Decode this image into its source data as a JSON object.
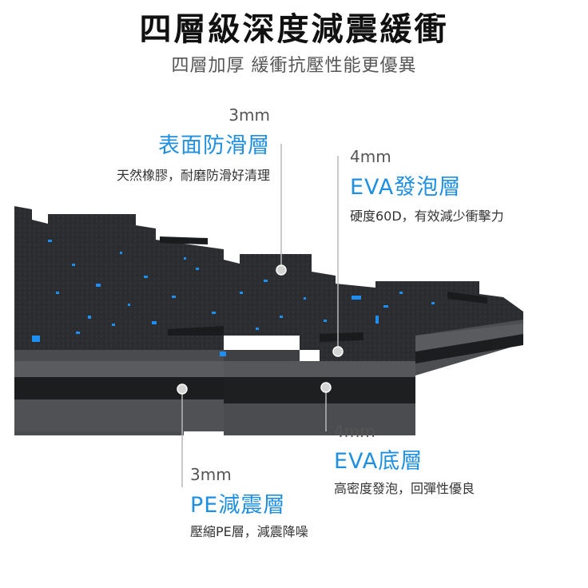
{
  "header": {
    "title": "四層級深度減震緩衝",
    "subtitle": "四層加厚 緩衝抗壓性能更優異"
  },
  "layers": {
    "surface": {
      "thickness": "3mm",
      "name": "表面防滑層",
      "desc": "天然橡膠，耐磨防滑好清理"
    },
    "eva_top": {
      "thickness": "4mm",
      "name": "EVA發泡層",
      "desc": "硬度60D，有效減少衝擊力"
    },
    "pe": {
      "thickness": "3mm",
      "name": "PE減震層",
      "desc": "壓縮PE層，減震降噪"
    },
    "eva_bottom": {
      "thickness": "4mm",
      "name": "EVA底層",
      "desc": "高密度發泡，回彈性優良"
    }
  },
  "colors": {
    "accent": "#1f8fe0",
    "rubber": "#2b2d30",
    "eva_gray": "#545558",
    "speckle": "#1e8ff0"
  }
}
